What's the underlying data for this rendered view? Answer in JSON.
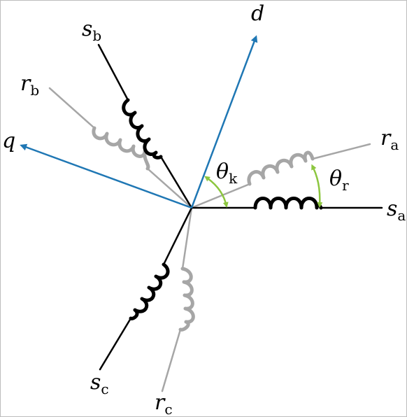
{
  "labels": {
    "d": "d",
    "q": "q",
    "sa": {
      "main": "s",
      "sub": "a"
    },
    "sb": {
      "main": "s",
      "sub": "b"
    },
    "sc": {
      "main": "s",
      "sub": "c"
    },
    "ra": {
      "main": "r",
      "sub": "a"
    },
    "rb": {
      "main": "r",
      "sub": "b"
    },
    "rc": {
      "main": "r",
      "sub": "c"
    },
    "theta_k": {
      "main": "θ",
      "sub": "k"
    },
    "theta_r": {
      "main": "θ",
      "sub": "r"
    }
  },
  "colors": {
    "stator": "#000000",
    "rotor": "#a6a6a6",
    "axis": "#1f77b4",
    "angle": "#8cc63f"
  }
}
